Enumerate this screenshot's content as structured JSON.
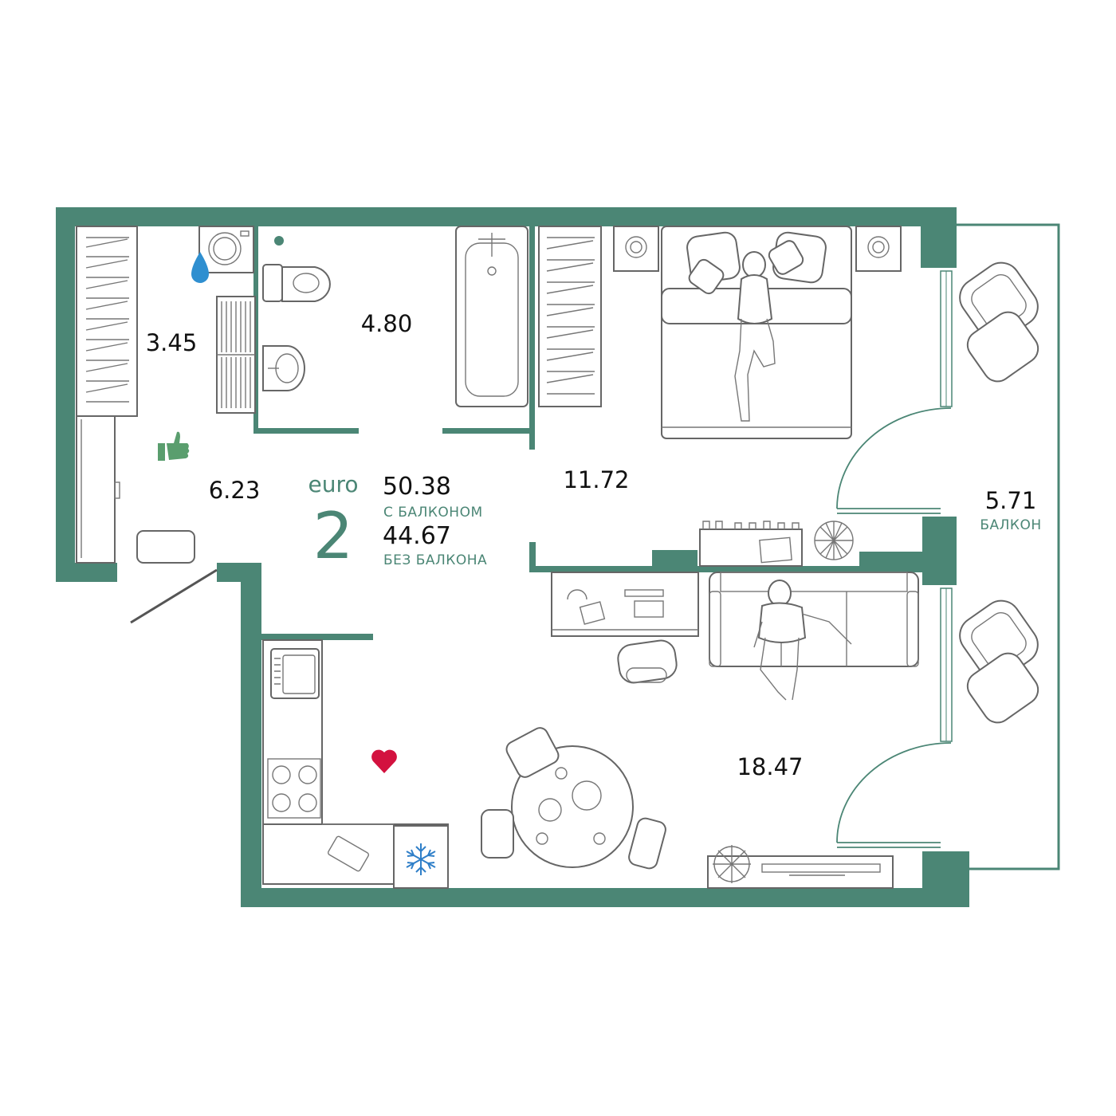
{
  "colors": {
    "wall": "#4b8675",
    "accent_text": "#4b8675",
    "water_drop": "#2f8fd0",
    "heart": "#d3123f",
    "snowflake": "#2f7fc8",
    "thumbs_up": "#5a9e6e"
  },
  "plan": {
    "type_label": "euro",
    "rooms_count": "2",
    "total_with_balcony": "50.38",
    "with_balcony_caption": "С БАЛКОНОМ",
    "total_without_balcony": "44.67",
    "without_balcony_caption": "БЕЗ БАЛКОНА"
  },
  "rooms": {
    "wardrobe": "3.45",
    "bathroom": "4.80",
    "hallway": "6.23",
    "bedroom": "11.72",
    "living_kitchen": "18.47",
    "balcony": "5.71",
    "balcony_caption": "БАЛКОН"
  },
  "icons": [
    "water-drop-icon",
    "thumbs-up-icon",
    "heart-icon",
    "snowflake-icon"
  ]
}
